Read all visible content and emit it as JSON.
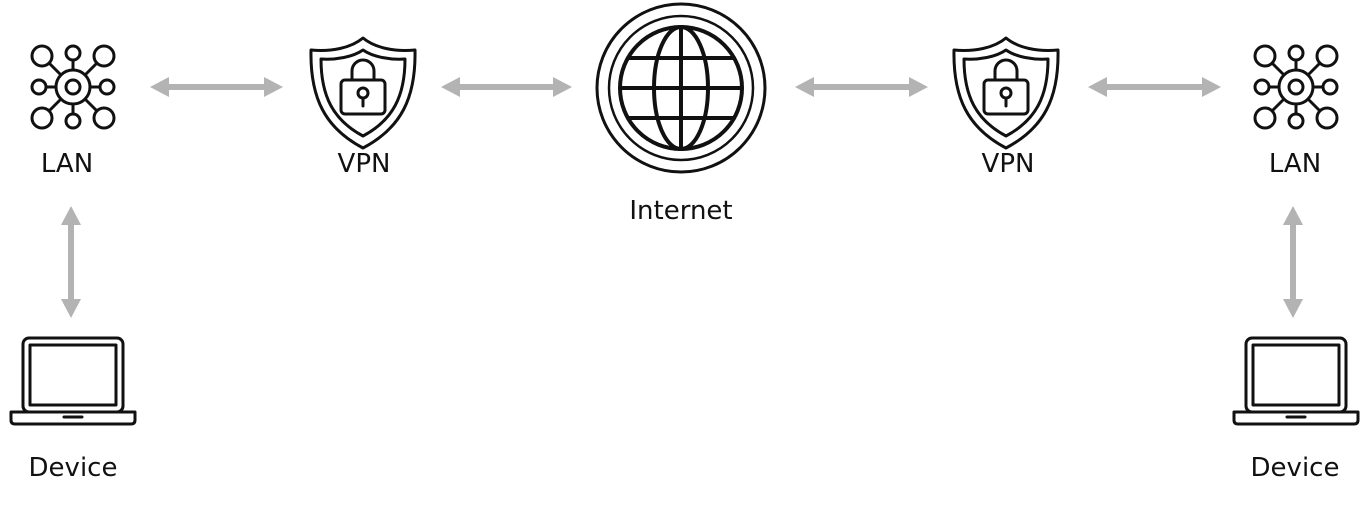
{
  "colors": {
    "icon_stroke": "#111111",
    "arrow": "#b3b3b3",
    "background": "#ffffff"
  },
  "nodes": {
    "lan_left": {
      "label": "LAN",
      "icon": "network-hub-icon"
    },
    "vpn_left": {
      "label": "VPN",
      "icon": "vpn-shield-lock-icon"
    },
    "internet": {
      "label": "Internet",
      "icon": "globe-icon"
    },
    "vpn_right": {
      "label": "VPN",
      "icon": "vpn-shield-lock-icon"
    },
    "lan_right": {
      "label": "LAN",
      "icon": "network-hub-icon"
    },
    "device_left": {
      "label": "Device",
      "icon": "laptop-icon"
    },
    "device_right": {
      "label": "Device",
      "icon": "laptop-icon"
    }
  },
  "connections": [
    {
      "from": "lan_left",
      "to": "vpn_left",
      "direction": "bidirectional"
    },
    {
      "from": "vpn_left",
      "to": "internet",
      "direction": "bidirectional"
    },
    {
      "from": "internet",
      "to": "vpn_right",
      "direction": "bidirectional"
    },
    {
      "from": "vpn_right",
      "to": "lan_right",
      "direction": "bidirectional"
    },
    {
      "from": "lan_left",
      "to": "device_left",
      "direction": "bidirectional"
    },
    {
      "from": "lan_right",
      "to": "device_right",
      "direction": "bidirectional"
    }
  ]
}
